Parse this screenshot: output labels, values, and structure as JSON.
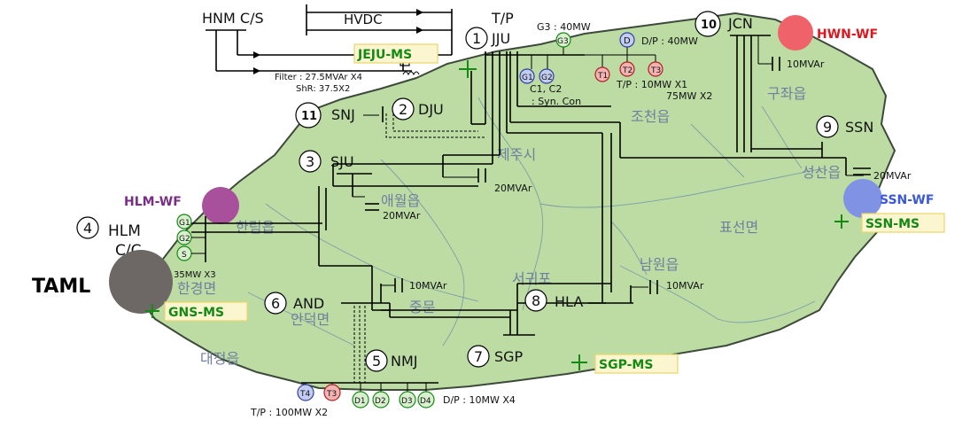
{
  "stations": {
    "jju": {
      "num": "1",
      "code": "JJU",
      "top": "T/P"
    },
    "dju": {
      "num": "2",
      "code": "DJU"
    },
    "sju": {
      "num": "3",
      "code": "SJU"
    },
    "hlm": {
      "num": "4",
      "code": "HLM",
      "sub": "C/C"
    },
    "nmj": {
      "num": "5",
      "code": "NMJ"
    },
    "and": {
      "num": "6",
      "code": "AND"
    },
    "sgp": {
      "num": "7",
      "code": "SGP"
    },
    "hla": {
      "num": "8",
      "code": "HLA"
    },
    "ssn": {
      "num": "9",
      "code": "SSN"
    },
    "jcn": {
      "num": "10",
      "code": "JCN"
    },
    "snj": {
      "num": "11",
      "code": "SNJ"
    }
  },
  "hvdc": {
    "station": "HNM C/S",
    "link": "HVDC",
    "filter": "Filter : 27.5MVAr X4",
    "shr": "ShR: 37.5X2"
  },
  "wind_farms": {
    "hwn": "HWN-WF",
    "hlm": "HLM-WF",
    "ssn": "SSN-WF",
    "taml": "TAML"
  },
  "monitoring": {
    "jeju": "JEJU-MS",
    "gns": "GNS-MS",
    "ssn": "SSN-MS",
    "sgp": "SGP-MS"
  },
  "generators": {
    "jju_g3": "G3 : 40MW",
    "jju_dp": "D/P : 40MW",
    "jju_c": "C1, C2",
    "jju_syn": ": Syn. Con",
    "jju_tp": "T/P : 10MW X1",
    "jju_tp2": "75MW X2",
    "hlm_cap": "35MW X3",
    "nmj_tp": "T/P : 100MW X2",
    "nmj_dp": "D/P : 10MW X4"
  },
  "units": {
    "g3": "G3",
    "d": "D",
    "g1": "G1",
    "g2": "G2",
    "t1": "T1",
    "t2": "T2",
    "t3": "T3",
    "hg1": "G1",
    "hg2": "G2",
    "hs": "S",
    "t4": "T4",
    "nt3": "T3",
    "d1": "D1",
    "d2": "D2",
    "d3": "D3",
    "d4": "D4"
  },
  "capacitors": {
    "jcn": "10MVAr",
    "ssn": "20MVAr",
    "dju": "20MVAr",
    "sju": "20MVAr",
    "and": "10MVAr",
    "hla": "10MVAr"
  },
  "districts": {
    "gujwa": "구좌읍",
    "jocheon": "조천읍",
    "jeju": "제주시",
    "aewol": "애월읍",
    "hallim": "한림읍",
    "hangyeong": "한경면",
    "seongsan": "성산읍",
    "pyoseon": "표선면",
    "namwon": "남원읍",
    "seogwipo": "서귀포",
    "jungmun": "중문",
    "andeok": "안덕면",
    "daejeong": "대정읍"
  },
  "colors": {
    "land": "#bcdca4",
    "coast": "#3d4a3a",
    "ms_green": "#138a13",
    "hwn_wf": "#f0626a",
    "hlm_wf": "#a8509c",
    "ssn_wf": "#7f92e4",
    "taml": "#6d6865",
    "unit_green": "#d9efcf",
    "unit_red": "#f4b3b3",
    "unit_blue": "#c3cdf2"
  }
}
